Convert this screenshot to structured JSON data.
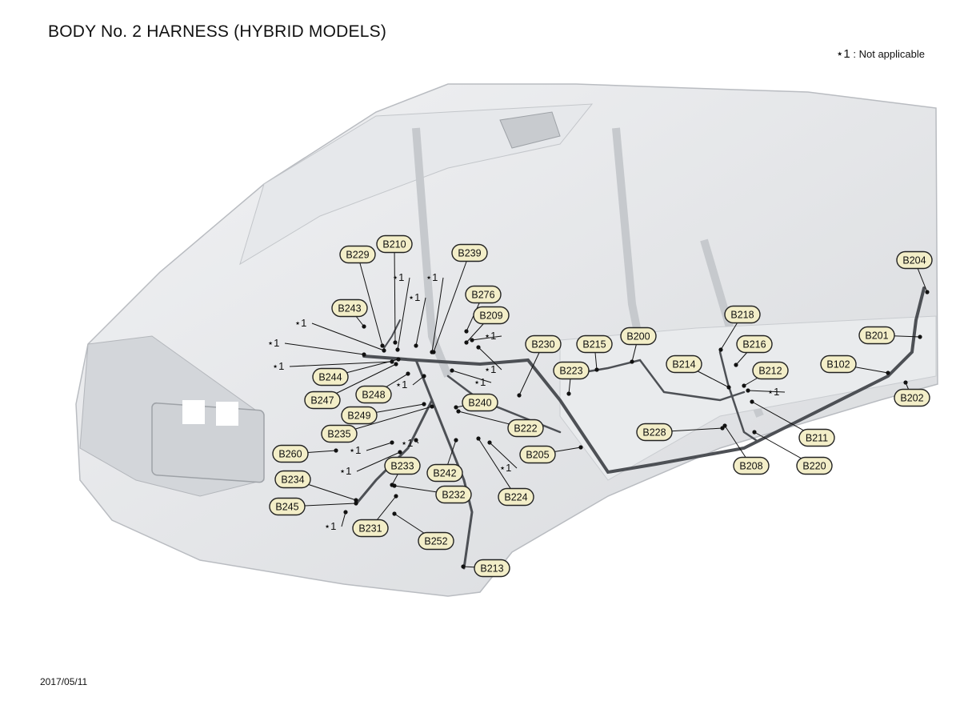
{
  "title": "BODY No. 2 HARNESS (HYBRID MODELS)",
  "note": {
    "symbol": "⋆1",
    "text": "Not applicable"
  },
  "date": "2017/05/11",
  "connectors": [
    {
      "id": "B210"
    },
    {
      "id": "B229"
    },
    {
      "id": "B239"
    },
    {
      "id": "B276"
    },
    {
      "id": "B209"
    },
    {
      "id": "B243"
    },
    {
      "id": "B230"
    },
    {
      "id": "B215"
    },
    {
      "id": "B200"
    },
    {
      "id": "B223"
    },
    {
      "id": "B218"
    },
    {
      "id": "B216"
    },
    {
      "id": "B214"
    },
    {
      "id": "B212"
    },
    {
      "id": "B204"
    },
    {
      "id": "B201"
    },
    {
      "id": "B102"
    },
    {
      "id": "B202"
    },
    {
      "id": "B244"
    },
    {
      "id": "B247"
    },
    {
      "id": "B248"
    },
    {
      "id": "B249"
    },
    {
      "id": "B240"
    },
    {
      "id": "B235"
    },
    {
      "id": "B222"
    },
    {
      "id": "B228"
    },
    {
      "id": "B211"
    },
    {
      "id": "B260"
    },
    {
      "id": "B205"
    },
    {
      "id": "B208"
    },
    {
      "id": "B220"
    },
    {
      "id": "B233"
    },
    {
      "id": "B242"
    },
    {
      "id": "B234"
    },
    {
      "id": "B232"
    },
    {
      "id": "B224"
    },
    {
      "id": "B245"
    },
    {
      "id": "B231"
    },
    {
      "id": "B252"
    },
    {
      "id": "B213"
    }
  ],
  "not_applicable_marker": "⋆1"
}
